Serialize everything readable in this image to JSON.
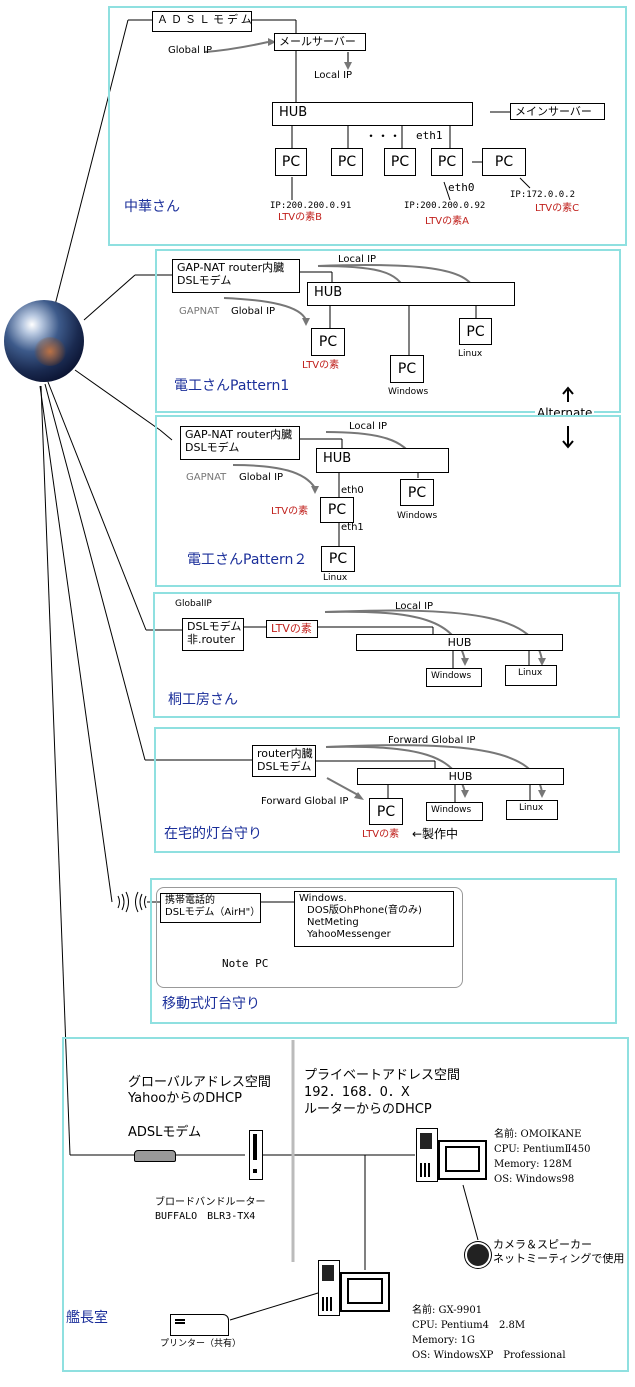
{
  "sections": {
    "chuka": {
      "label": "中華さん",
      "adsl_modem": "ＡＤＳＬモデム",
      "mail_server": "メールサーバー",
      "global_ip": "Global IP",
      "local_ip": "Local IP",
      "hub": "HUB",
      "main_server": "メインサーバー",
      "pc": "PC",
      "dots": "・・・",
      "eth1": "eth1",
      "eth0": "eth0",
      "ip_b": "IP:200.200.0.91",
      "ip_a": "IP:200.200.0.92",
      "ip_c": "IP:172.0.0.2",
      "ltv_b": "LTVの素B",
      "ltv_a": "LTVの素A",
      "ltv_c": "LTVの素C"
    },
    "denko1": {
      "label": "電工さんPattern1",
      "router": "GAP-NAT router内臓",
      "router2": "DSLモデム",
      "local_ip": "Local IP",
      "gapnat": "GAPNAT",
      "global_ip": "Global IP",
      "hub": "HUB",
      "pc": "PC",
      "ltv": "LTVの素",
      "windows": "Windows",
      "linux": "Linux"
    },
    "alternate": "Alternate",
    "denko2": {
      "label": "電工さんPattern２",
      "router": "GAP-NAT router内臓",
      "router2": "DSLモデム",
      "local_ip": "Local IP",
      "gapnat": "GAPNAT",
      "global_ip": "Global IP",
      "hub": "HUB",
      "pc": "PC",
      "eth0": "eth0",
      "eth1": "eth1",
      "ltv": "LTVの素",
      "windows": "Windows",
      "linux": "Linux"
    },
    "kiri": {
      "label": "桐工房さん",
      "global_ip": "GlobalIP",
      "modem": "DSLモデム",
      "modem2": "非.router",
      "ltv": "LTVの素",
      "local_ip": "Local IP",
      "hub": "HUB",
      "windows": "Windows",
      "linux": "Linux"
    },
    "zaitaku": {
      "label": "在宅的灯台守り",
      "router": "router内臓",
      "router2": "DSLモデム",
      "forward_ip": "Forward Global IP",
      "forward_ip2": "Forward Global IP",
      "hub": "HUB",
      "pc": "PC",
      "windows": "Windows",
      "linux": "Linux",
      "ltv": "LTVの素",
      "making": "←製作中"
    },
    "mobile": {
      "label": "移動式灯台守り",
      "modem": "携帯電話的",
      "modem2": "DSLモデム（AirH\"）",
      "sw": [
        "Windows.",
        "DOS版OhPhone(音のみ)",
        "NetMeting",
        "YahooMessenger"
      ],
      "note_pc": "Note PC"
    },
    "kancho": {
      "label": "艦長室",
      "global_space": "グローバルアドレス空間",
      "yahoo_dhcp": "YahooからのDHCP",
      "adsl_modem": "ADSLモデム",
      "router_name": "ブロードバンドルーター",
      "router_model": "BUFFALO　BLR3-TX4",
      "private_space": "プライベートアドレス空間",
      "private_net": "192．168．0．X",
      "router_dhcp": "ルーターからのDHCP",
      "pc1": [
        "名前: OMOIKANE",
        "CPU: PentiumⅡ450",
        "Memory: 128M",
        "OS: Windows98"
      ],
      "camera": [
        "カメラ＆スピーカー",
        "ネットミーティングで使用"
      ],
      "pc2": [
        "名前: GX-9901",
        "CPU: Pentium4　2.8M",
        "Memory: 1G",
        "OS: WindowsXP　Professional"
      ],
      "printer": "プリンター（共有）"
    }
  }
}
